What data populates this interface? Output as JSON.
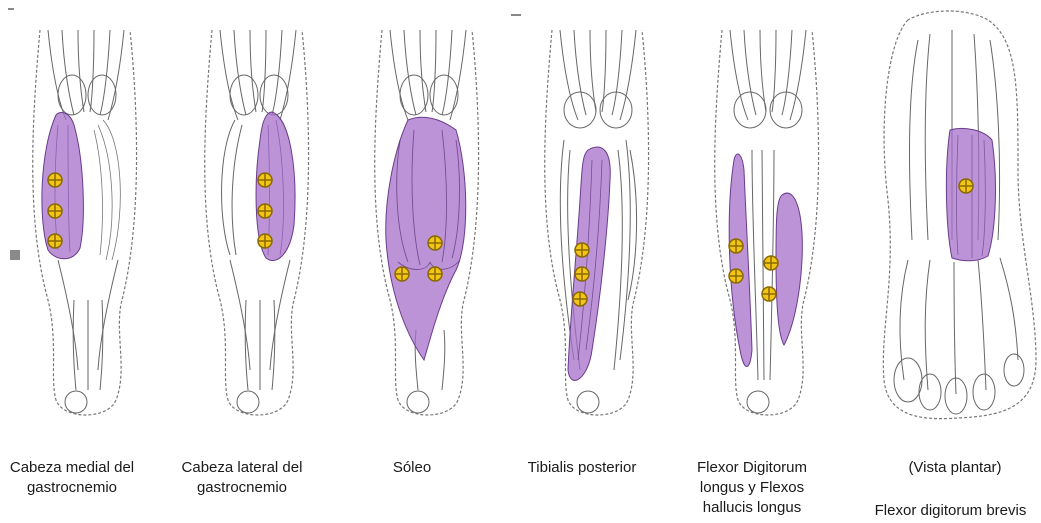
{
  "captions": {
    "p1": "Cabeza medial del gastrocnemio",
    "p2": "Cabeza lateral del gastrocnemio",
    "p3": "Sóleo",
    "p4": "Tibialis posterior",
    "p5": "Flexor Digitorum longus y Flexos hallucis longus",
    "p6": "(Vista plantar)",
    "p6_sub": "Flexor digitorum brevis"
  },
  "icons": {
    "leg": "leg-posterior-illustration",
    "foot": "foot-plantar-illustration",
    "marker": "electrode-marker-icon"
  },
  "colors": {
    "muscle_highlight": "#a66fc9",
    "marker_fill": "#f2c516",
    "marker_stroke": "#8a6a00",
    "line_art": "#555555"
  }
}
